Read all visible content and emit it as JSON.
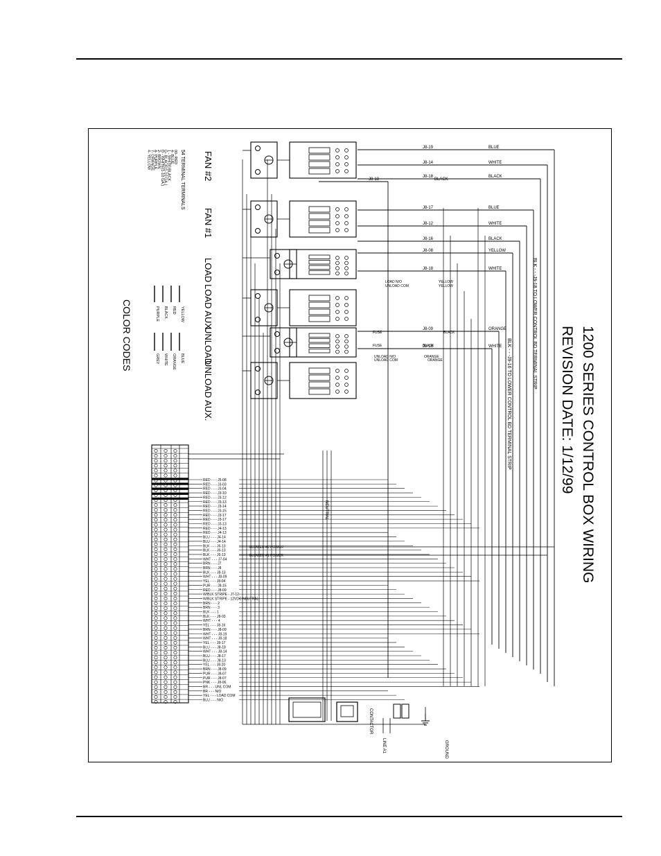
{
  "title": {
    "line1": "1200 SERIES CONTROL BOX WIRING",
    "line2": "REVISION DATE: 1/12/99"
  },
  "components": [
    "FAN #2",
    "FAN #1",
    "LOAD",
    "LOAD AUX.",
    "UNLOAD",
    "UNLOAD AUX."
  ],
  "legend": {
    "heading": "54 TERMINAL TERMINALS",
    "items": [
      "00- RED",
      "4- BLUE",
      "1 - WHITE/BLACK",
      "G- BLACK(1-10 GA.)",
      "D - WHITE(1-10 GA.)",
      "2- BROWN",
      "4- PURPLE",
      "7- ORANGE",
      "4- YELLOW"
    ]
  },
  "color_codes": {
    "title": "COLOR CODES",
    "col1": [
      "YELLOW",
      "RED",
      "BLACK",
      "PURPLE"
    ],
    "col2": [
      "BLUE",
      "ORANGE",
      "WHITE",
      "GREY"
    ]
  },
  "top_wires": [
    {
      "code": "J8-19",
      "color": "BLUE"
    },
    {
      "code": "J8-14",
      "color": "WHITE"
    },
    {
      "code": "J8-18",
      "color": "BLACK"
    },
    {
      "code": "J8-18",
      "color": "BLACK"
    },
    {
      "code": "J8-17",
      "color": "BLUE"
    },
    {
      "code": "J8-12",
      "color": "WHITE"
    },
    {
      "code": "J8-16",
      "color": "BLACK"
    },
    {
      "code": "J8-08",
      "color": "YELLOW"
    },
    {
      "code": "J8-18",
      "color": "WHITE"
    },
    {
      "code": "J8-09",
      "color": "ORANGE"
    },
    {
      "code": "J8-16",
      "color": "WHITE"
    }
  ],
  "mid_labels": [
    "LOAD N/O",
    "UNLOAD COM",
    "YELLOW",
    "YELLOW",
    "FUSE",
    "BLACK",
    "FUSE",
    "BLACK",
    "UNLOAD N/O",
    "UNLOAD COM",
    "ORANGE",
    "ORANGE"
  ],
  "vertical_notes": [
    "BLK - - -J9-18 TO LOWER CONTROL BD TERMINAL STRIP",
    "BLK - - -J9-16 TO LOWER CONTROL BD TERMINAL STRIP"
  ],
  "terminal_rows": [
    "RED - - - J5-08",
    "RED - - - J3-03",
    "RED - - - J3-04",
    "RED - - - J3-10",
    "RED - - - J3-12",
    "RED - - - J3-13",
    "RED - - - J3-14",
    "RED - - - J3-15",
    "RED - - - J3-17",
    "RED - - - J3-17",
    "RED - - - J3-13",
    "RED - - - J4-13",
    "RED - - - J4-13",
    "BLU - - - J4-14",
    "BLU - - - J4-14",
    "BLK - - - J6-13",
    "BLK - - - J6-13",
    "BLK - - - J6-13",
    "WHT - - - J7-04",
    "BRN - - - J7",
    "BRN - - - J8",
    "BLK - - - J8-13",
    "WHT - - - J8-09",
    "YEL - - - J8-04",
    "PUR - - - J8-15",
    "RED - - - J8-09",
    "W/BLK STRIPE - J7-12",
    "W/BLK STRIPE - 12VDC NEUTRAL",
    "BRN - - - 2",
    "BRN - - - 3",
    "BLK - - - 1",
    "BLK - - - J8-03",
    "WHT - - - 4",
    "YEL - - - J8-16",
    "BRN - - - J8-09",
    "WHT - - - J8-19",
    "WHT - - - J8-18",
    "YEL - - - J8-17",
    "BLU - - - J8-18",
    "WHT - - - J8-14",
    "BLU - - - J8-17",
    "BLU - - - J8-13",
    "YEL - - - J8-20",
    "BRN - - - J8-09",
    "PUR - - - J8-07",
    "PUR - - - J8-07",
    "PNK - - - J8-06",
    "BR - - - UNL COM",
    "BR - - - N/O",
    "YEL - - - LOAD COM",
    "BLU - - - N/O"
  ],
  "power_labels": [
    "BLOWER #2 POWER",
    "BLOWER #1 POWER"
  ],
  "bottom_labels": {
    "contactor": "CONTACTOR",
    "line_a1": "LINE A1",
    "ground": "GROUND",
    "neutral": "NEUTRAL"
  }
}
